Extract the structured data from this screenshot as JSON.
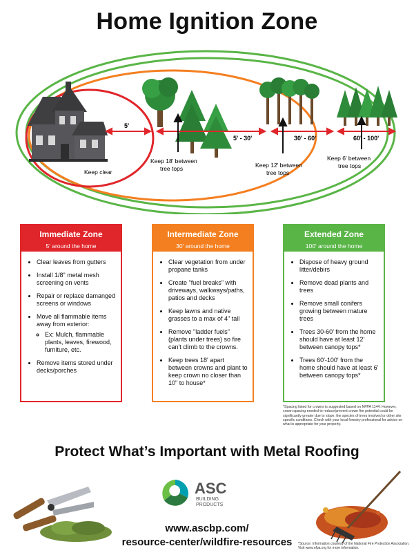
{
  "title": "Home Ignition Zone",
  "diagram": {
    "distances": [
      "5'",
      "5' - 30'",
      "30' - 60'",
      "60' - 100'"
    ],
    "labels": {
      "keep_clear": "Keep clear",
      "keep_18": [
        "Keep 18' between",
        "tree tops"
      ],
      "keep_12": [
        "Keep 12' between",
        "tree tops"
      ],
      "keep_6": [
        "Keep 6' between",
        "tree tops"
      ]
    },
    "colors": {
      "immediate": "#e0262b",
      "intermediate": "#f47f20",
      "extended": "#5ab547",
      "house": "#4a4a4d",
      "tree_green": "#2e8b3a",
      "trunk": "#6b4a2b"
    }
  },
  "zones": [
    {
      "name": "Immediate Zone",
      "subtitle": "5' around the home",
      "color": "#e0262b",
      "items": [
        "Clear leaves from gutters",
        "Install 1/8\" metal mesh screening on vents",
        "Repair or replace damanged screens or windows",
        "Move all flammable items away from exterior:",
        "Remove items stored under decks/porches"
      ],
      "subitem": "Ex: Mulch, flammable plants, leaves, firewood, furniture, etc."
    },
    {
      "name": "Intermediate Zone",
      "subtitle": "30' around the home",
      "color": "#f47f20",
      "items": [
        "Clear vegetation from under propane tanks",
        "Create \"fuel breaks\" with driveways, walkways/paths, patios and decks",
        "Keep lawns and native grasses to a max of 4\" tall",
        "Remove \"ladder fuels\" (plants under trees) so fire can't climb to the crowns.",
        "Keep trees 18' apart between crowns and plant to keep crown no closer than 10\" to house*"
      ]
    },
    {
      "name": "Extended Zone",
      "subtitle": "100' around the home",
      "color": "#5ab547",
      "items": [
        "Dispose of heavy ground litter/debirs",
        "Remove dead plants and trees",
        "Remove small conifers growing between mature trees",
        "Trees 30-60' from the home should have at least 12' between canopy tops*",
        "Trees 60'-100' from the home should have at least 6' between canopy tops*"
      ]
    }
  ],
  "spacing_note": "*Spacing listed for crowns is suggested based on NFPA 1144. However, crown spacing needed to reduce/prevent crown fire potential could be significantly greater due to slope, the species of trees involved or other site specific conditions. Check with your local forestry professional for advice on what is appropriate for your property.",
  "tagline": "Protect What’s Important with Metal Roofing",
  "brand": {
    "name": "ASC",
    "line1": "BUILDING",
    "line2": "PRODUCTS"
  },
  "url_line1": "www.ascbp.com/",
  "url_line2": "resource-center/wildfire-resources",
  "source_note": "*Source: Information courtesy of the National Fire Protection Association. Visit www.nfpa.org for more information."
}
